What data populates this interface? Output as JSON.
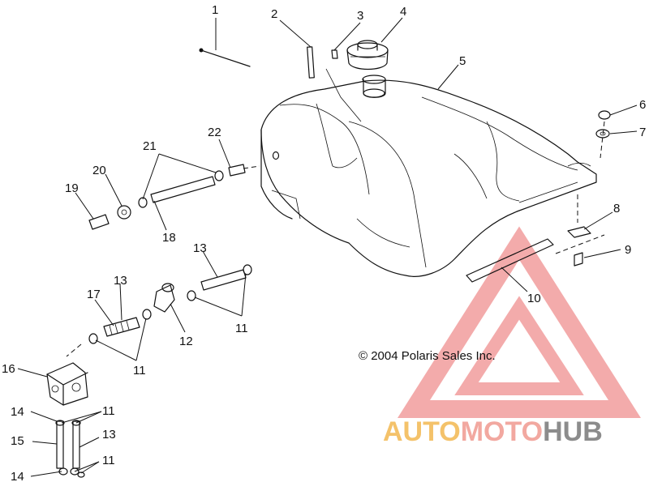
{
  "copyright": "© 2004 Polaris Sales Inc.",
  "watermark": {
    "part1": "AUTO",
    "part2": "MOTO",
    "part3": "HUB",
    "colors": {
      "part1": "#f4c26a",
      "part2": "#f2a8a0",
      "part3": "#8c8c8c",
      "triangle": "#ef7d7d"
    }
  },
  "callouts": [
    {
      "id": "c1",
      "text": "1"
    },
    {
      "id": "c2",
      "text": "2"
    },
    {
      "id": "c3",
      "text": "3"
    },
    {
      "id": "c4",
      "text": "4"
    },
    {
      "id": "c5",
      "text": "5"
    },
    {
      "id": "c6",
      "text": "6"
    },
    {
      "id": "c7",
      "text": "7"
    },
    {
      "id": "c8",
      "text": "8"
    },
    {
      "id": "c9",
      "text": "9"
    },
    {
      "id": "c10",
      "text": "10"
    },
    {
      "id": "c11a",
      "text": "11"
    },
    {
      "id": "c11b",
      "text": "11"
    },
    {
      "id": "c11c",
      "text": "11"
    },
    {
      "id": "c11d",
      "text": "11"
    },
    {
      "id": "c12",
      "text": "12"
    },
    {
      "id": "c13a",
      "text": "13"
    },
    {
      "id": "c13b",
      "text": "13"
    },
    {
      "id": "c13c",
      "text": "13"
    },
    {
      "id": "c14a",
      "text": "14"
    },
    {
      "id": "c14b",
      "text": "14"
    },
    {
      "id": "c15",
      "text": "15"
    },
    {
      "id": "c16",
      "text": "16"
    },
    {
      "id": "c17",
      "text": "17"
    },
    {
      "id": "c18",
      "text": "18"
    },
    {
      "id": "c19",
      "text": "19"
    },
    {
      "id": "c20",
      "text": "20"
    },
    {
      "id": "c21",
      "text": "21"
    },
    {
      "id": "c22",
      "text": "22"
    }
  ]
}
